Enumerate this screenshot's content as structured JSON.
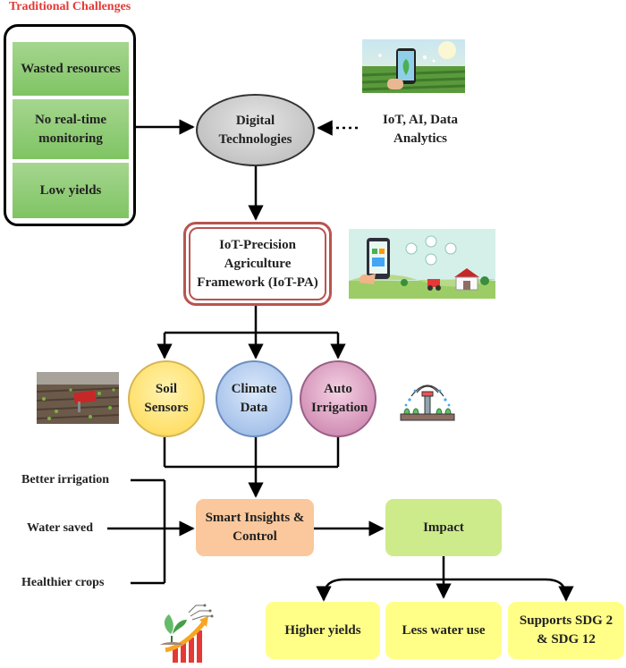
{
  "header": {
    "title": "Traditional Challenges"
  },
  "challenges": [
    "Wasted resources",
    "No real-time monitoring",
    "Low yields"
  ],
  "digital": {
    "label": "Digital Technologies"
  },
  "enablers": {
    "label": "IoT, AI, Data Analytics"
  },
  "framework": {
    "label": "IoT-Precision Agriculture Framework (IoT-PA)"
  },
  "components": [
    "Soil Sensors",
    "Climate Data",
    "Auto Irrigation"
  ],
  "benefits": [
    "Better irrigation",
    "Water saved",
    "Healthier crops"
  ],
  "insights": {
    "label": "Smart Insights & Control"
  },
  "impact": {
    "label": "Impact",
    "outcomes": [
      "Higher yields",
      "Less water use",
      "Supports SDG 2 & SDG 12"
    ]
  },
  "icons": [
    "smartphone-crop-photo-icon",
    "smart-farm-illustration-icon",
    "soil-sensor-photo-icon",
    "sprinkler-icon",
    "growth-chart-icon"
  ],
  "colors": {
    "title": "#e53935",
    "challenge_fill": "#7fc463",
    "framework_border": "#b85450",
    "soil": "#ffe06b",
    "climate": "#a9c4eb",
    "irrigation": "#d493b8",
    "insights": "#fac89c",
    "impact": "#cdeb8b",
    "outcomes": "#ffff88"
  }
}
